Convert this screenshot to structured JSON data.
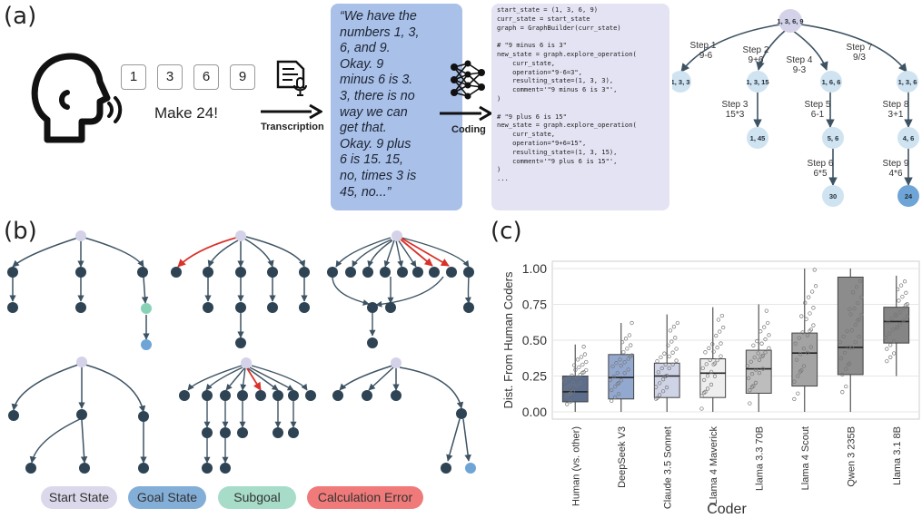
{
  "panel_labels": {
    "a": "(a)",
    "b": "(b)",
    "c": "(c)"
  },
  "numbers": [
    "1",
    "3",
    "6",
    "9"
  ],
  "make24": "Make 24!",
  "transcription_label": "Transcription",
  "coding_label": "Coding",
  "quote_lines": [
    "“We have the",
    "numbers 1, 3,",
    "6, and 9.",
    "Okay. 9",
    "minus 6 is 3.",
    "3, there is no",
    "way we can",
    "get that.",
    "Okay. 9 plus",
    "6 is 15. 15,",
    "no, times 3 is",
    "45, no...”"
  ],
  "code_lines": [
    "start_state = (1, 3, 6, 9)",
    "curr_state = start_state",
    "graph = GraphBuilder(curr_state)",
    "",
    "# \"9 minus 6 is 3\"",
    "new_state = graph.explore_operation(",
    "    curr_state,",
    "    operation=\"9-6=3\",",
    "    resulting_state=(1, 3, 3),",
    "    comment='\"9 minus 6 is 3\"',",
    ")",
    "",
    "# \"9 plus 6 is 15\"",
    "new_state = graph.explore_operation(",
    "    curr_state,",
    "    operation=\"9+6=15\",",
    "    resulting_state=(1, 3, 15),",
    "    comment='\"9 plus 6 is 15\"',",
    ")",
    "..."
  ],
  "tree": {
    "root": "1, 3, 6, 9",
    "nodes": [
      "1, 3, 3",
      "1, 3, 15",
      "1, 6, 6",
      "1, 3, 6",
      "1, 45",
      "5, 6",
      "4, 6",
      "30",
      "24"
    ],
    "steps": [
      {
        "step": "Step 1",
        "op": "9-6"
      },
      {
        "step": "Step 2",
        "op": "9+6"
      },
      {
        "step": "Step 3",
        "op": "15*3"
      },
      {
        "step": "Step 4",
        "op": "9-3"
      },
      {
        "step": "Step 5",
        "op": "6-1"
      },
      {
        "step": "Step 6",
        "op": "6*5"
      },
      {
        "step": "Step 7",
        "op": "9/3"
      },
      {
        "step": "Step 8",
        "op": "3+1"
      },
      {
        "step": "Step 9",
        "op": "4*6"
      }
    ]
  },
  "legend": [
    {
      "label": "Start State",
      "color": "#dad8ea"
    },
    {
      "label": "Goal State",
      "color": "#83aed8"
    },
    {
      "label": "Subgoal",
      "color": "#a7dcc9"
    },
    {
      "label": "Calculation Error",
      "color": "#ef7a79"
    }
  ],
  "colors": {
    "node_dark": "#2e4353",
    "edge": "#3d5363",
    "error": "#d9322b",
    "start": "#d4d2e8",
    "goal": "#6ea5d6",
    "subgoal": "#88d3b7"
  },
  "chart_data": {
    "type": "box",
    "xlabel": "Coder",
    "ylabel": "Dist. From Human Coders",
    "ylim": [
      0,
      1
    ],
    "yticks": [
      "0.00",
      "0.25",
      "0.50",
      "0.75",
      "1.00"
    ],
    "grid": true,
    "categories": [
      "Human (vs. other)",
      "DeepSeek V3",
      "Claude 3.5 Sonnet",
      "Llama 4 Maverick",
      "Llama 3.3 70B",
      "Llama 4 Scout",
      "Qwen 3 235B",
      "Llama 3.1 8B"
    ],
    "series": [
      {
        "q1": 0.07,
        "median": 0.14,
        "q3": 0.25,
        "whisker_low": 0.0,
        "whisker_high": 0.47,
        "color": "#5c6e8c"
      },
      {
        "q1": 0.09,
        "median": 0.24,
        "q3": 0.4,
        "whisker_low": 0.0,
        "whisker_high": 0.62,
        "color": "#93a8ce"
      },
      {
        "q1": 0.1,
        "median": 0.25,
        "q3": 0.34,
        "whisker_low": 0.0,
        "whisker_high": 0.68,
        "color": "#cfd3e6"
      },
      {
        "q1": 0.1,
        "median": 0.27,
        "q3": 0.37,
        "whisker_low": 0.0,
        "whisker_high": 0.73,
        "color": "#eeeeee"
      },
      {
        "q1": 0.13,
        "median": 0.3,
        "q3": 0.43,
        "whisker_low": 0.0,
        "whisker_high": 0.75,
        "color": "#bdbdbd"
      },
      {
        "q1": 0.18,
        "median": 0.41,
        "q3": 0.55,
        "whisker_low": 0.0,
        "whisker_high": 1.0,
        "color": "#a3a3a3"
      },
      {
        "q1": 0.26,
        "median": 0.45,
        "q3": 0.94,
        "whisker_low": 0.0,
        "whisker_high": 1.0,
        "color": "#8c8c8c"
      },
      {
        "q1": 0.48,
        "median": 0.63,
        "q3": 0.73,
        "whisker_low": 0.25,
        "whisker_high": 0.95,
        "color": "#858585"
      }
    ]
  }
}
